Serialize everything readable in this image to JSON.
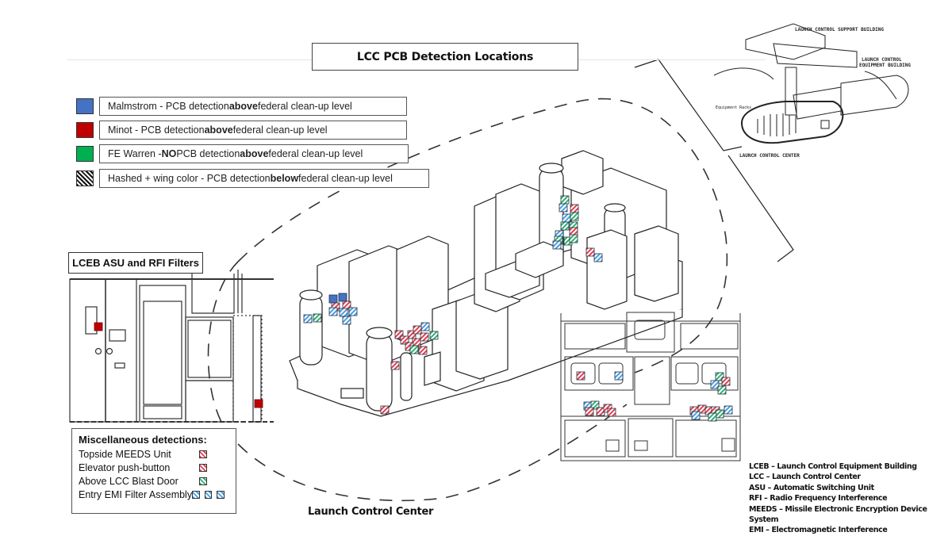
{
  "title": "LCC PCB Detection Locations",
  "colors": {
    "malmstrom": "#4472c4",
    "minot": "#c00000",
    "fe_warren": "#00b050",
    "malmstrom_hatch": "#4a9ee0",
    "minot_hatch": "#e04050",
    "fe_warren_hatch": "#30b070"
  },
  "legend": [
    {
      "key": "malmstrom",
      "swatch": "solid-blue",
      "parts": [
        {
          "t": "Malmstrom - PCB detection ",
          "b": false
        },
        {
          "t": "above",
          "b": true
        },
        {
          "t": " federal clean-up level",
          "b": false
        }
      ]
    },
    {
      "key": "minot",
      "swatch": "solid-red",
      "parts": [
        {
          "t": "Minot - PCB detection ",
          "b": false
        },
        {
          "t": "above",
          "b": true
        },
        {
          "t": " federal clean-up level",
          "b": false
        }
      ]
    },
    {
      "key": "fe_warren",
      "swatch": "solid-green",
      "parts": [
        {
          "t": "FE Warren - ",
          "b": false
        },
        {
          "t": "NO",
          "b": true
        },
        {
          "t": " PCB detection ",
          "b": false
        },
        {
          "t": "above",
          "b": true
        },
        {
          "t": " federal clean-up level",
          "b": false
        }
      ]
    },
    {
      "key": "hashed",
      "swatch": "hatched",
      "parts": [
        {
          "t": "Hashed + wing color - PCB detection ",
          "b": false
        },
        {
          "t": "below",
          "b": true
        },
        {
          "t": " federal clean-up level",
          "b": false
        }
      ]
    }
  ],
  "lceb_panel": {
    "label": "LCEB ASU and RFI Filters",
    "markers": [
      {
        "site": "minot",
        "hatched": false
      },
      {
        "site": "minot",
        "hatched": false
      }
    ]
  },
  "misc": {
    "title": "Miscellaneous detections:",
    "items": [
      {
        "label": "Topside MEEDS Unit",
        "markers": [
          "minot"
        ]
      },
      {
        "label": "Elevator push-button",
        "markers": [
          "minot"
        ]
      },
      {
        "label": "Above LCC Blast Door",
        "markers": [
          "fe_warren"
        ]
      },
      {
        "label": "Entry EMI Filter Assembly",
        "markers": [
          "malmstrom",
          "malmstrom",
          "malmstrom"
        ]
      }
    ]
  },
  "lcc_caption": "Launch Control Center",
  "inset": {
    "labels": {
      "support_building": "LAUNCH CONTROL SUPPORT BUILDING",
      "equipment_building_1": "LAUNCH CONTROL",
      "equipment_building_2": "EQUIPMENT BUILDING",
      "equipment_racks": "Equipment Racks",
      "control_center": "LAUNCH CONTROL CENTER"
    }
  },
  "abbreviations": [
    "LCEB – Launch Control Equipment Building",
    "LCC – Launch Control Center",
    "ASU – Automatic Switching Unit",
    "RFI – Radio Frequency Interference",
    "MEEDS – Missile Electronic Encryption Device System",
    "EMI – Electromagnetic Interference"
  ],
  "detections": {
    "left_capsule_area": [
      {
        "site": "malmstrom",
        "hatched": false
      },
      {
        "site": "malmstrom",
        "hatched": false
      },
      {
        "site": "minot",
        "hatched": true
      },
      {
        "site": "minot",
        "hatched": true
      },
      {
        "site": "malmstrom",
        "hatched": true
      },
      {
        "site": "malmstrom",
        "hatched": true
      },
      {
        "site": "malmstrom",
        "hatched": true
      },
      {
        "site": "malmstrom",
        "hatched": true
      },
      {
        "site": "malmstrom",
        "hatched": true
      },
      {
        "site": "fe_warren",
        "hatched": true
      }
    ],
    "center_cluster": [
      {
        "site": "malmstrom",
        "hatched": true
      },
      {
        "site": "minot",
        "hatched": true
      },
      {
        "site": "minot",
        "hatched": true
      },
      {
        "site": "minot",
        "hatched": true
      },
      {
        "site": "minot",
        "hatched": true
      },
      {
        "site": "minot",
        "hatched": true
      },
      {
        "site": "minot",
        "hatched": true
      },
      {
        "site": "minot",
        "hatched": true
      },
      {
        "site": "minot",
        "hatched": true
      },
      {
        "site": "fe_warren",
        "hatched": true
      },
      {
        "site": "fe_warren",
        "hatched": true
      },
      {
        "site": "minot",
        "hatched": true
      },
      {
        "site": "minot",
        "hatched": true
      }
    ],
    "right_rack_column": [
      {
        "site": "fe_warren",
        "hatched": true
      },
      {
        "site": "malmstrom",
        "hatched": true
      },
      {
        "site": "minot",
        "hatched": true
      },
      {
        "site": "malmstrom",
        "hatched": true
      },
      {
        "site": "fe_warren",
        "hatched": true
      },
      {
        "site": "fe_warren",
        "hatched": true
      },
      {
        "site": "fe_warren",
        "hatched": true
      },
      {
        "site": "minot",
        "hatched": true
      },
      {
        "site": "malmstrom",
        "hatched": true
      },
      {
        "site": "fe_warren",
        "hatched": true
      },
      {
        "site": "fe_warren",
        "hatched": true
      },
      {
        "site": "malmstrom",
        "hatched": true
      },
      {
        "site": "fe_warren",
        "hatched": true
      },
      {
        "site": "minot",
        "hatched": true
      },
      {
        "site": "malmstrom",
        "hatched": true
      }
    ],
    "console_left": [
      {
        "site": "minot",
        "hatched": true
      },
      {
        "site": "malmstrom",
        "hatched": true
      },
      {
        "site": "malmstrom",
        "hatched": true
      },
      {
        "site": "fe_warren",
        "hatched": true
      },
      {
        "site": "minot",
        "hatched": true
      },
      {
        "site": "minot",
        "hatched": true
      },
      {
        "site": "minot",
        "hatched": true
      },
      {
        "site": "minot",
        "hatched": true
      }
    ],
    "console_right": [
      {
        "site": "fe_warren",
        "hatched": true
      },
      {
        "site": "minot",
        "hatched": true
      },
      {
        "site": "malmstrom",
        "hatched": true
      },
      {
        "site": "fe_warren",
        "hatched": true
      },
      {
        "site": "minot",
        "hatched": true
      },
      {
        "site": "minot",
        "hatched": true
      },
      {
        "site": "minot",
        "hatched": true
      },
      {
        "site": "minot",
        "hatched": true
      },
      {
        "site": "fe_warren",
        "hatched": true
      },
      {
        "site": "malmstrom",
        "hatched": true
      },
      {
        "site": "malmstrom",
        "hatched": true
      },
      {
        "site": "fe_warren",
        "hatched": true
      }
    ]
  }
}
